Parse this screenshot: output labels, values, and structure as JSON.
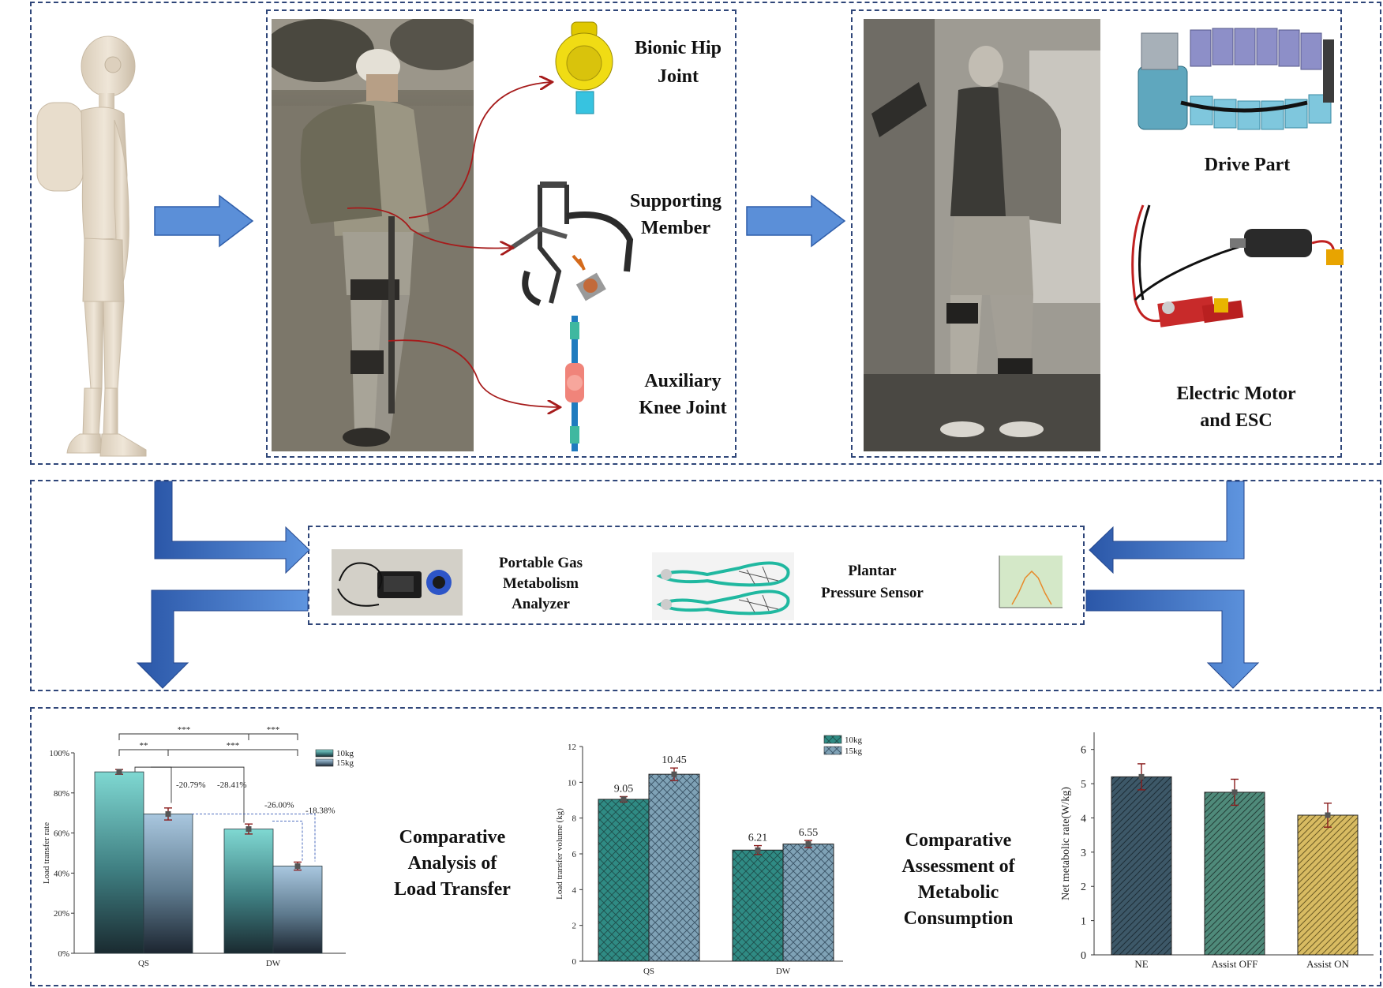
{
  "top": {
    "bionic_hip": "Bionic Hip",
    "joint": "Joint",
    "supporting": "Supporting",
    "member": "Member",
    "auxiliary": "Auxiliary",
    "knee_joint": "Knee Joint",
    "drive_part": "Drive Part",
    "motor_line1": "Electric Motor",
    "motor_line2": "and ESC"
  },
  "middle": {
    "gas_line1": "Portable Gas",
    "gas_line2": "Metabolism",
    "gas_line3": "Analyzer",
    "plantar_line1": "Plantar",
    "plantar_line2": "Pressure Sensor"
  },
  "bottom": {
    "load_line1": "Comparative",
    "load_line2": "Analysis of",
    "load_line3": "Load Transfer",
    "meta_line1": "Comparative",
    "meta_line2": "Assessment of",
    "meta_line3": "Metabolic",
    "meta_line4": "Consumption"
  },
  "colors": {
    "frame": "#2f4679",
    "arrow": "#4a7fd0",
    "curve": "#a61b1b"
  },
  "chart_data": [
    {
      "type": "bar",
      "categories": [
        "QS",
        "DW"
      ],
      "ylabel": "Load transfer rate",
      "ylim": [
        0,
        100
      ],
      "yticks": [
        "0%",
        "20%",
        "40%",
        "60%",
        "80%",
        "100%"
      ],
      "series": [
        {
          "name": "10kg",
          "values": [
            90.5,
            62.0
          ],
          "errors": [
            1.2,
            2.5
          ]
        },
        {
          "name": "15kg",
          "values": [
            69.5,
            43.5
          ],
          "errors": [
            3.0,
            2.0
          ]
        }
      ],
      "annotations": [
        "-20.79%",
        "-28.41%",
        "-26.00%",
        "-18.38%"
      ],
      "significance": [
        "***",
        "***",
        "**",
        "***"
      ]
    },
    {
      "type": "bar",
      "categories": [
        "QS",
        "DW"
      ],
      "ylabel": "Load transfer volume (kg)",
      "ylim": [
        0,
        12
      ],
      "yticks": [
        "0",
        "2",
        "4",
        "6",
        "8",
        "10",
        "12"
      ],
      "series": [
        {
          "name": "10kg",
          "values": [
            9.05,
            6.21
          ],
          "errors": [
            0.15,
            0.25
          ],
          "labels": [
            "9.05",
            "6.21"
          ]
        },
        {
          "name": "15kg",
          "values": [
            10.45,
            6.55
          ],
          "errors": [
            0.35,
            0.2
          ],
          "labels": [
            "10.45",
            "6.55"
          ]
        }
      ]
    },
    {
      "type": "bar",
      "categories": [
        "NE",
        "Assist OFF",
        "Assist ON"
      ],
      "ylabel": "Net metabolic rate(W/kg)",
      "ylim": [
        0,
        6.5
      ],
      "yticks": [
        "0",
        "1",
        "2",
        "3",
        "4",
        "5",
        "6"
      ],
      "values": [
        5.2,
        4.75,
        4.08
      ],
      "errors": [
        0.38,
        0.38,
        0.35
      ]
    },
    {
      "type": "line",
      "title": "",
      "values": [
        0,
        0.35,
        0.8,
        1.0,
        0.8,
        0.35,
        0
      ]
    }
  ]
}
